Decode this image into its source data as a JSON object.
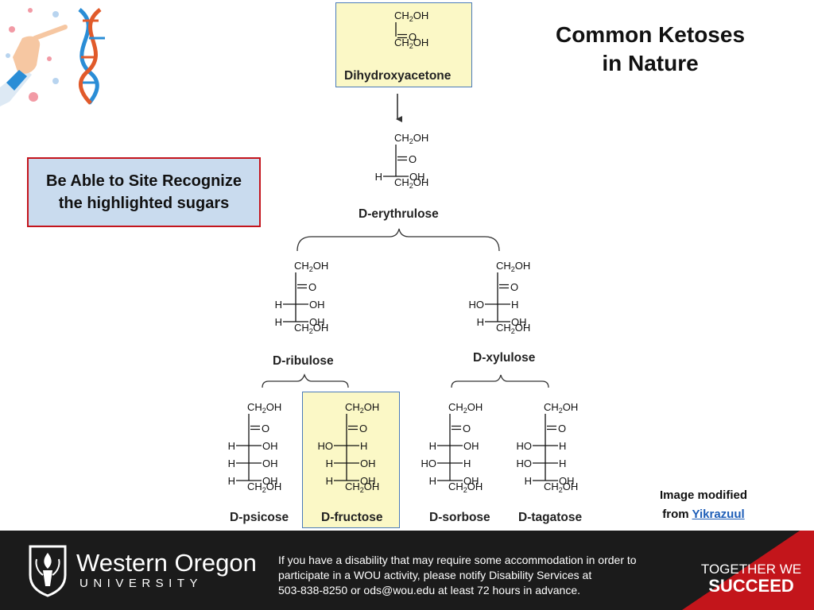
{
  "title_line1": "Common Ketoses",
  "title_line2": "in Nature",
  "callout_line1": "Be Able to Site Recognize",
  "callout_line2": "the highlighted sugars",
  "credit_line1": "Image modified",
  "credit_from": "from",
  "credit_link": "Yikrazuul",
  "colors": {
    "highlight_fill": "#fbf8c6",
    "highlight_border": "#4a7ab8",
    "callout_fill": "#c9dbee",
    "callout_border": "#c4141c",
    "footer_bg": "#1b1b1b",
    "footer_accent": "#c3151b"
  },
  "sugars": [
    {
      "id": "dihydroxyacetone",
      "name": "Dihydroxyacetone",
      "highlighted": true,
      "rows": []
    },
    {
      "id": "d-erythrulose",
      "name": "D-erythrulose",
      "highlighted": false,
      "rows": [
        "H-OH"
      ]
    },
    {
      "id": "d-ribulose",
      "name": "D-ribulose",
      "highlighted": false,
      "rows": [
        "H-OH",
        "H-OH"
      ]
    },
    {
      "id": "d-xylulose",
      "name": "D-xylulose",
      "highlighted": false,
      "rows": [
        "HO-H",
        "H-OH"
      ]
    },
    {
      "id": "d-psicose",
      "name": "D-psicose",
      "highlighted": false,
      "rows": [
        "H-OH",
        "H-OH",
        "H-OH"
      ]
    },
    {
      "id": "d-fructose",
      "name": "D-fructose",
      "highlighted": true,
      "rows": [
        "HO-H",
        "H-OH",
        "H-OH"
      ]
    },
    {
      "id": "d-sorbose",
      "name": "D-sorbose",
      "highlighted": false,
      "rows": [
        "H-OH",
        "HO-H",
        "H-OH"
      ]
    },
    {
      "id": "d-tagatose",
      "name": "D-tagatose",
      "highlighted": false,
      "rows": [
        "HO-H",
        "HO-H",
        "H-OH"
      ]
    }
  ],
  "structure_text": {
    "ch2oh_a": "CH",
    "ch2oh_sub": "2",
    "ch2oh_b": "OH",
    "carbonyl_o": "O",
    "h": "H",
    "oh": "OH",
    "ho": "HO"
  },
  "footer": {
    "university_name": "Western Oregon",
    "university_sub": "UNIVERSITY",
    "disability_line1": "If you have a disability that may require some accommodation in order to",
    "disability_line2": "participate in a WOU activity, please notify Disability Services at",
    "disability_line3": "503-838-8250 or ods@wou.edu at least 72 hours in advance.",
    "tagline1": "TOGETHER WE",
    "tagline2": "SUCCEED"
  }
}
